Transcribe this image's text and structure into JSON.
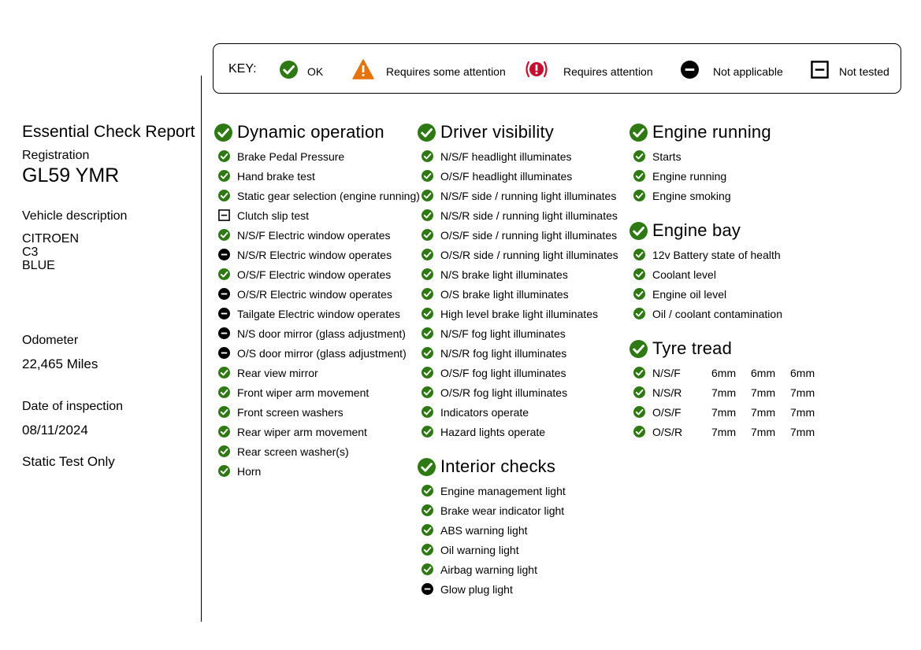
{
  "report": {
    "title": "Essential Check Report",
    "registration_label": "Registration",
    "registration": "GL59 YMR",
    "vehicle_description_label": "Vehicle description",
    "make": "CITROEN",
    "model": "C3",
    "colour": "BLUE",
    "odometer_label": "Odometer",
    "odometer": "22,465 Miles",
    "date_label": "Date of inspection",
    "date": "08/11/2024",
    "test_type": "Static Test Only"
  },
  "key": {
    "label": "KEY:",
    "ok": "OK",
    "some_attention": "Requires some attention",
    "attention": "Requires attention",
    "not_applicable": "Not applicable",
    "not_tested": "Not tested"
  },
  "colors": {
    "ok": "#2e7a12",
    "warning": "#e8730a",
    "attention": "#c8102e",
    "na": "#000000"
  },
  "sections": {
    "dynamic": {
      "title": "Dynamic operation",
      "items": [
        {
          "label": "Brake Pedal Pressure",
          "status": "ok"
        },
        {
          "label": "Hand brake test",
          "status": "ok"
        },
        {
          "label": "Static gear selection (engine running)",
          "status": "ok"
        },
        {
          "label": "Clutch slip test",
          "status": "not_tested"
        },
        {
          "label": "N/S/F Electric window operates",
          "status": "ok"
        },
        {
          "label": "N/S/R Electric window operates",
          "status": "na"
        },
        {
          "label": "O/S/F Electric window operates",
          "status": "ok"
        },
        {
          "label": "O/S/R Electric window operates",
          "status": "na"
        },
        {
          "label": "Tailgate Electric window operates",
          "status": "na"
        },
        {
          "label": "N/S door mirror (glass adjustment)",
          "status": "na"
        },
        {
          "label": "O/S door mirror (glass adjustment)",
          "status": "na"
        },
        {
          "label": "Rear view mirror",
          "status": "ok"
        },
        {
          "label": "Front wiper arm movement",
          "status": "ok"
        },
        {
          "label": "Front screen washers",
          "status": "ok"
        },
        {
          "label": "Rear wiper arm movement",
          "status": "ok"
        },
        {
          "label": "Rear screen washer(s)",
          "status": "ok"
        },
        {
          "label": "Horn",
          "status": "ok"
        }
      ]
    },
    "visibility": {
      "title": "Driver visibility",
      "items": [
        {
          "label": "N/S/F headlight illuminates",
          "status": "ok"
        },
        {
          "label": "O/S/F headlight illuminates",
          "status": "ok"
        },
        {
          "label": "N/S/F side / running light illuminates",
          "status": "ok"
        },
        {
          "label": "N/S/R side / running light illuminates",
          "status": "ok"
        },
        {
          "label": "O/S/F side / running light illuminates",
          "status": "ok"
        },
        {
          "label": "O/S/R side / running light illuminates",
          "status": "ok"
        },
        {
          "label": "N/S brake light illuminates",
          "status": "ok"
        },
        {
          "label": "O/S brake light illuminates",
          "status": "ok"
        },
        {
          "label": "High level brake light illuminates",
          "status": "ok"
        },
        {
          "label": "N/S/F fog light illuminates",
          "status": "ok"
        },
        {
          "label": "N/S/R fog light illuminates",
          "status": "ok"
        },
        {
          "label": "O/S/F fog light illuminates",
          "status": "ok"
        },
        {
          "label": "O/S/R fog light illuminates",
          "status": "ok"
        },
        {
          "label": "Indicators operate",
          "status": "ok"
        },
        {
          "label": "Hazard lights operate",
          "status": "ok"
        }
      ]
    },
    "interior": {
      "title": "Interior checks",
      "items": [
        {
          "label": "Engine management light",
          "status": "ok"
        },
        {
          "label": "Brake wear indicator light",
          "status": "ok"
        },
        {
          "label": "ABS warning light",
          "status": "ok"
        },
        {
          "label": "Oil warning light",
          "status": "ok"
        },
        {
          "label": "Airbag warning light",
          "status": "ok"
        },
        {
          "label": "Glow plug light",
          "status": "na"
        }
      ]
    },
    "engine_running": {
      "title": "Engine running",
      "items": [
        {
          "label": "Starts",
          "status": "ok"
        },
        {
          "label": "Engine running",
          "status": "ok"
        },
        {
          "label": "Engine smoking",
          "status": "ok"
        }
      ]
    },
    "engine_bay": {
      "title": "Engine bay",
      "items": [
        {
          "label": "12v Battery state of health",
          "status": "ok"
        },
        {
          "label": "Coolant level",
          "status": "ok"
        },
        {
          "label": "Engine oil level",
          "status": "ok"
        },
        {
          "label": "Oil / coolant contamination",
          "status": "ok"
        }
      ]
    },
    "tyre": {
      "title": "Tyre tread",
      "items": [
        {
          "label": "N/S/F",
          "status": "ok",
          "values": [
            "6mm",
            "6mm",
            "6mm"
          ]
        },
        {
          "label": "N/S/R",
          "status": "ok",
          "values": [
            "7mm",
            "7mm",
            "7mm"
          ]
        },
        {
          "label": "O/S/F",
          "status": "ok",
          "values": [
            "7mm",
            "7mm",
            "7mm"
          ]
        },
        {
          "label": "O/S/R",
          "status": "ok",
          "values": [
            "7mm",
            "7mm",
            "7mm"
          ]
        }
      ]
    }
  }
}
